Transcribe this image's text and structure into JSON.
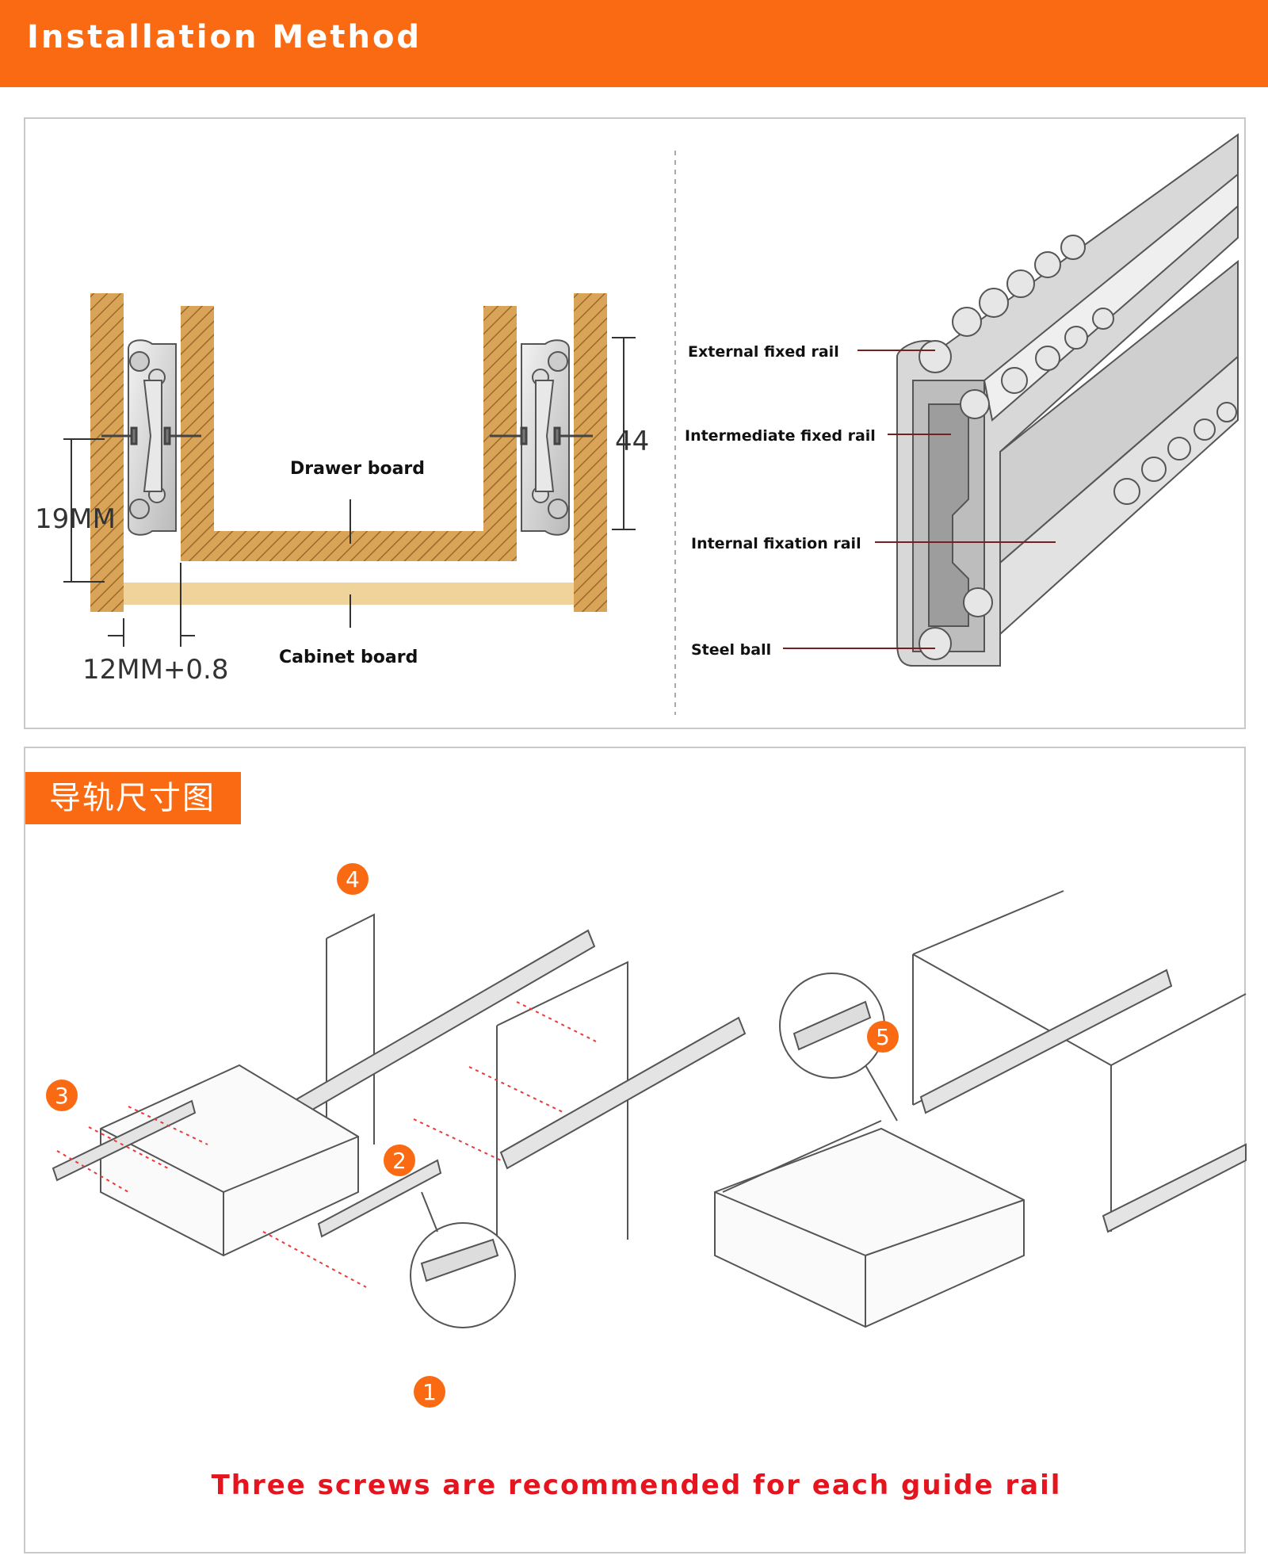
{
  "header": {
    "title": "Installation Method"
  },
  "cross_section": {
    "drawer_board": "Drawer board",
    "cabinet_board": "Cabinet board",
    "dim_height": "19MM",
    "dim_gap": "12MM+0.8",
    "dim_rail": "44"
  },
  "rail_parts": {
    "external": "External fixed rail",
    "intermediate": "Intermediate fixed rail",
    "internal": "Internal fixation rail",
    "ball": "Steel ball"
  },
  "steps": {
    "tag": "导轨尺寸图",
    "s1": "1",
    "s2": "2",
    "s3": "3",
    "s4": "4",
    "s5": "5",
    "tip": "Three screws are recommended for each guide rail"
  },
  "colors": {
    "accent": "#f96a12",
    "wood": "#d8a35c",
    "board": "#efd39a",
    "tip_text": "#e6141e"
  }
}
